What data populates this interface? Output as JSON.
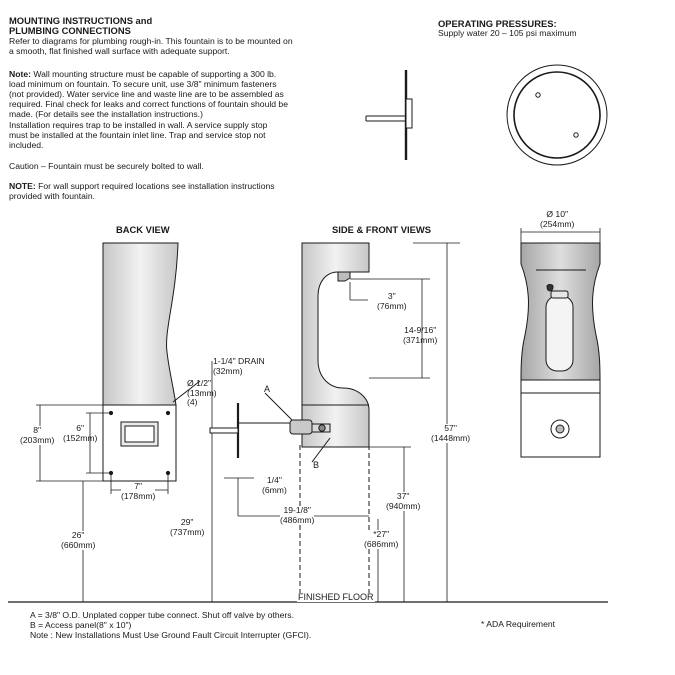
{
  "instructions": {
    "title_line1": "MOUNTING INSTRUCTIONS and",
    "title_line2": "PLUMBING CONNECTIONS",
    "intro": [
      "Refer to diagrams for plumbing rough-in. This fountain is to be mounted on",
      "a smooth, flat finished wall surface with adequate support."
    ],
    "note1_label": "Note:",
    "note1": [
      " Wall mounting structure must be capable of supporting a 300 lb.",
      "load minimum on fountain. To secure unit, use 3/8\" minimum fasteners",
      "(not provided). Water service line and waste line are to be assembled as",
      "required. Final check for leaks and correct functions of fountain should be",
      "made. (For details see the installation instructions.)",
      "Installation requires trap to be installed in wall. A service supply stop",
      "must be installed at the fountain inlet line. Trap and service stop not",
      "included."
    ],
    "caution": "Caution – Fountain must be securely bolted to wall.",
    "note2_label": "NOTE:",
    "note2": [
      " For wall support required locations see installation instructions",
      "provided with fountain."
    ]
  },
  "pressures": {
    "title": "OPERATING PRESSURES:",
    "text": "Supply water 20 – 105 psi maximum"
  },
  "views": {
    "back": "BACK VIEW",
    "side_front": "SIDE & FRONT VIEWS"
  },
  "dimensions": {
    "top_width": [
      "Ø 10\"",
      "(254mm)"
    ],
    "drain": [
      "1-1/4\"  DRAIN",
      "(32mm)"
    ],
    "hole": [
      "Ø 1/2\"",
      "(13mm)",
      "(4)"
    ],
    "spout_offset": [
      "3\"",
      "(76mm)"
    ],
    "upper_height": [
      "14-9/16\"",
      "(371mm)"
    ],
    "total_height": [
      "57\"",
      "(1448mm)"
    ],
    "height_8": [
      "8\"",
      "(203mm)"
    ],
    "height_6": [
      "6\"",
      "(152mm)"
    ],
    "width_7": [
      "7\"",
      "(178mm)"
    ],
    "wall_gap": [
      "1/4\"",
      "(6mm)"
    ],
    "depth": [
      "19-1/8\"",
      "(486mm)"
    ],
    "height_37": [
      "37\"",
      "(940mm)"
    ],
    "height_27": [
      "*27\"",
      "(686mm)"
    ],
    "height_29": [
      "29\"",
      "(737mm)"
    ],
    "height_26": [
      "26\"",
      "(660mm)"
    ],
    "label_a": "A",
    "label_b": "B",
    "floor": "FINISHED FLOOR"
  },
  "legend": [
    "A = 3/8\" O.D. Unplated copper tube connect. Shut off valve by others.",
    "B = Access panel(8\" x 10\")",
    "Note : New Installations Must Use Ground Fault Circuit Interrupter (GFCI)."
  ],
  "ada": "* ADA Requirement"
}
